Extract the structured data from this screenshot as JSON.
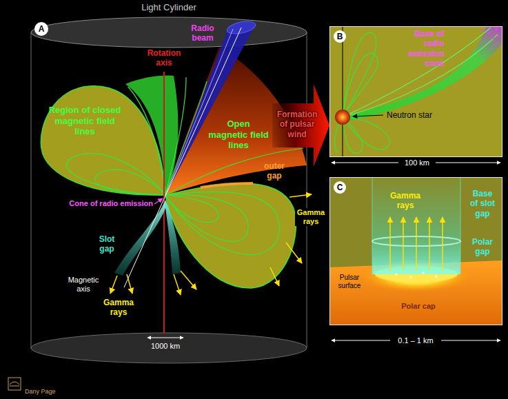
{
  "diagram": {
    "nodes": [
      {
        "text": [
          "B",
          "Base of radio emission cone",
          "Neutron star"
        ]
      },
      {
        "text": [
          "C",
          "Gamma rays",
          "Base of slot gap",
          "Polar gap",
          "Pulsar surface",
          "Polar cap"
        ]
      }
    ],
    "labels": [
      "A",
      "Light Cylinder",
      "Rotation axis",
      "Radio beam",
      "Region of closed magnetic field lines",
      "Open magnetic field lines",
      "Formation of pulsar wind",
      "Cone of radio emission",
      "outer gap",
      "Gamma rays",
      "Slot gap",
      "Magnetic axis",
      "Gamma rays",
      "1000 km",
      "100 km",
      "0.1 – 1 km",
      "Dany Page"
    ]
  }
}
